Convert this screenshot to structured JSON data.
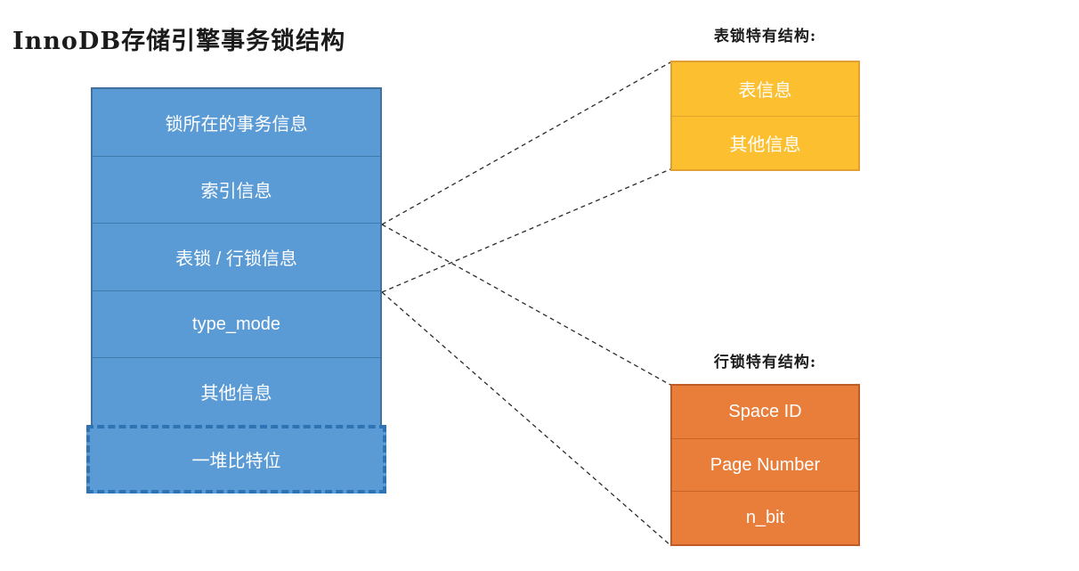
{
  "title": "InnoDB存储引擎事务锁结构",
  "lock_structure": {
    "rows": [
      {
        "label": "锁所在的事务信息"
      },
      {
        "label": "索引信息"
      },
      {
        "label": "表锁 / 行锁信息"
      },
      {
        "label": "type_mode"
      },
      {
        "label": "其他信息"
      },
      {
        "label": "一堆比特位"
      }
    ]
  },
  "table_lock": {
    "heading": "表锁特有结构:",
    "rows": [
      {
        "label": "表信息"
      },
      {
        "label": "其他信息"
      }
    ]
  },
  "row_lock": {
    "heading": "行锁特有结构:",
    "rows": [
      {
        "label": "Space ID"
      },
      {
        "label": "Page Number"
      },
      {
        "label": "n_bit"
      }
    ]
  },
  "colors": {
    "blue_fill": "#5B9BD5",
    "blue_border": "#41719C",
    "blue_dashed_border": "#2E74B5",
    "yellow_fill": "#FCBF2F",
    "yellow_border": "#E2A033",
    "orange_fill": "#E97D3A",
    "orange_border": "#BE5B27",
    "box_text": "#FFFFFF",
    "heading_text": "#1B1B1B",
    "connector": "#2B2B2B"
  }
}
